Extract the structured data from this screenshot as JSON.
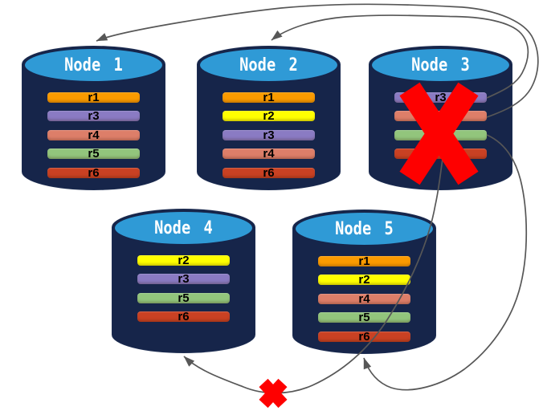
{
  "diagram": {
    "description": "Distributed database node failure and record redistribution diagram",
    "background_color": "#ffffff",
    "nodes": [
      {
        "id": "node-1",
        "label": "Node 1",
        "records": [
          "r1",
          "r3",
          "r4",
          "r5",
          "r6"
        ],
        "failed": false
      },
      {
        "id": "node-2",
        "label": "Node 2",
        "records": [
          "r1",
          "r2",
          "r3",
          "r4",
          "r6"
        ],
        "failed": false
      },
      {
        "id": "node-3",
        "label": "Node 3",
        "records": [
          "r3",
          "r4",
          "r5",
          "r6"
        ],
        "failed": true
      },
      {
        "id": "node-4",
        "label": "Node 4",
        "records": [
          "r2",
          "r3",
          "r5",
          "r6"
        ],
        "failed": false
      },
      {
        "id": "node-5",
        "label": "Node 5",
        "records": [
          "r1",
          "r2",
          "r4",
          "r5",
          "r6"
        ],
        "failed": false
      }
    ],
    "record_colors": {
      "r1": "#FB9B00",
      "r2": "#FFFF00",
      "r3": "#8A7BC3",
      "r4": "#DD7E69",
      "r5": "#92C57C",
      "r6": "#C94123"
    },
    "arrows": [
      {
        "from": "node-3.r4",
        "to": "node-1",
        "blocked": false
      },
      {
        "from": "node-3.r3",
        "to": "node-2",
        "blocked": false
      },
      {
        "from": "node-3.r5",
        "to": "node-5",
        "blocked": false
      },
      {
        "from": "node-3.r6",
        "to": "node-4",
        "blocked": true
      }
    ],
    "colors": {
      "cylinder_body": "#16254A",
      "cylinder_top": "#2F9AD6",
      "node_label_text": "#FFFFFF",
      "record_text": "#000000",
      "arrow": "#575757",
      "cross": "#FE0000"
    }
  }
}
